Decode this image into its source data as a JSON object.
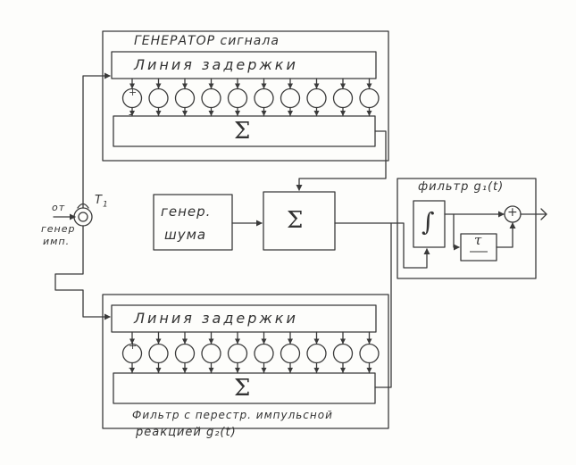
{
  "labels": {
    "signal_generator": "ГЕНЕРАТОР сигнала",
    "delay_line_top": "Линия задержки",
    "delay_line_bottom": "Линия задержки",
    "sum": "Σ",
    "noise_gen_line1": "генер.",
    "noise_gen_line2": "шума",
    "input_line1": "от",
    "input_line2": "генер",
    "input_line3": "имп.",
    "switch": "T",
    "switch_sub": "1",
    "filter_g1_title": "фильтр g₁(t)",
    "integral": "∫",
    "delay_tau": "τ",
    "adder_plus": "+",
    "tunable_filter_line1": "Фильтр с перестр. импульсной",
    "tunable_filter_line2": "реакцией g₂(t)",
    "tap_plus": "+",
    "tap_minus": "-"
  },
  "structure": {
    "tap_count": 10
  }
}
